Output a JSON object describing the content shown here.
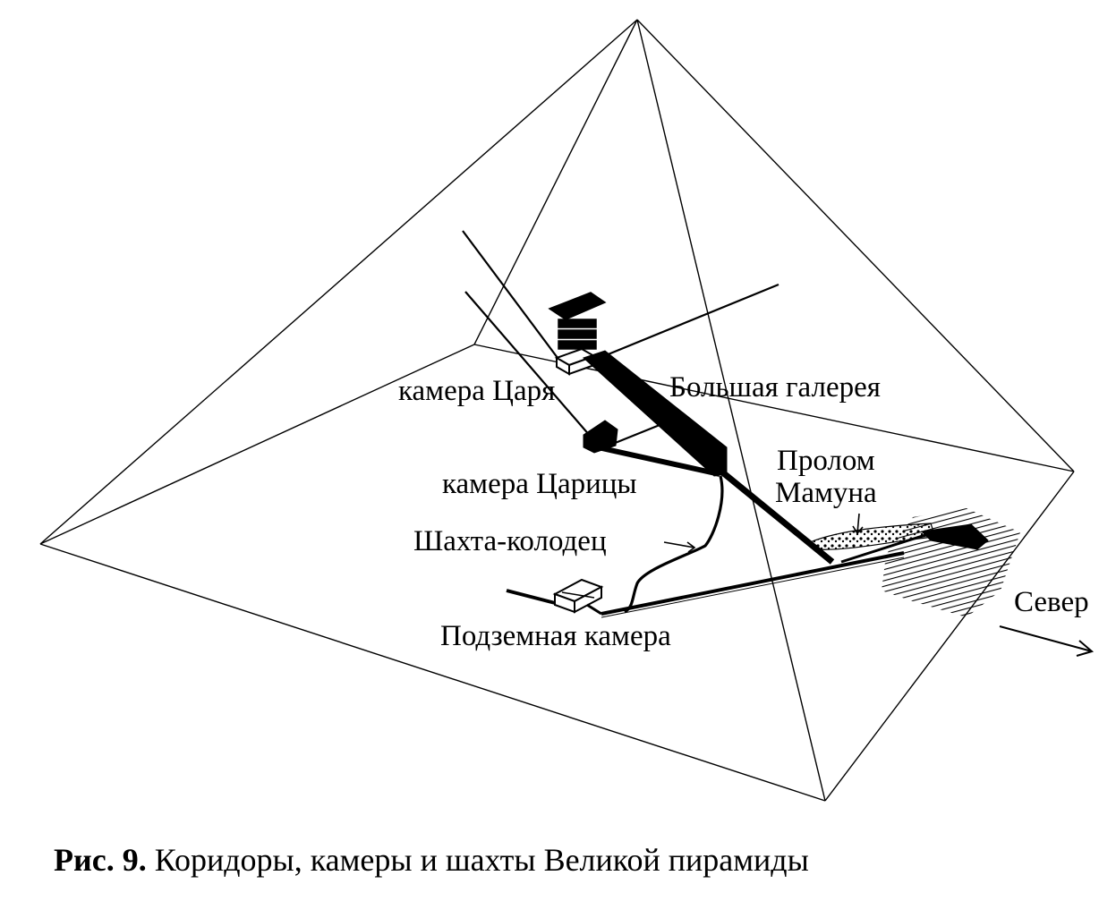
{
  "labels": {
    "king_chamber": "камера Царя",
    "grand_gallery": "Большая галерея",
    "queen_chamber": "камера Царицы",
    "breach_line1": "Пролом",
    "breach_line2": "Мамуна",
    "well_shaft": "Шахта-колодец",
    "subterranean_chamber": "Подземная камера",
    "north": "Север"
  },
  "caption": {
    "figure_ref": "Рис. 9.",
    "text": "Коридоры, камеры и шахты Великой пирамиды"
  },
  "colors": {
    "ink": "#000000",
    "background": "#ffffff"
  }
}
